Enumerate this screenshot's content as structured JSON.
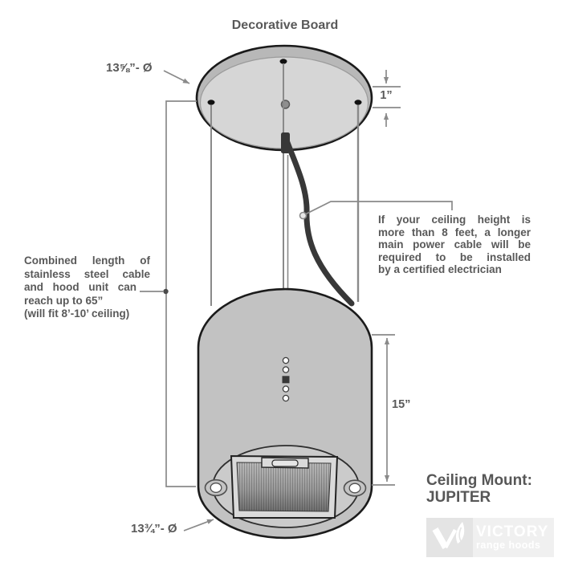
{
  "title": "Decorative Board",
  "dimensions": {
    "board_diameter": "13⅝”- Ø",
    "board_thickness": "1”",
    "hood_height": "15”",
    "hood_diameter": "13¾”- Ø"
  },
  "notes": {
    "left": {
      "lines": [
        "Combined length of",
        "stainless steel cable",
        "and hood unit can",
        "reach up to 65”",
        "(will fit 8’-10’ ceiling)"
      ]
    },
    "right": {
      "lines": [
        "If your ceiling height is",
        "more than 8 feet, a longer",
        "main power cable will be",
        "required to be installed",
        "by a certified electrician"
      ]
    }
  },
  "product": {
    "line1": "Ceiling Mount:",
    "line2": "JUPITER"
  },
  "logo": {
    "brand": "VICTORY",
    "tagline": "range hoods"
  },
  "colors": {
    "text_gray": "#595959",
    "line_gray": "#8a8a8a",
    "body_gray": "#c2c2c2",
    "cable_black": "#383838"
  }
}
